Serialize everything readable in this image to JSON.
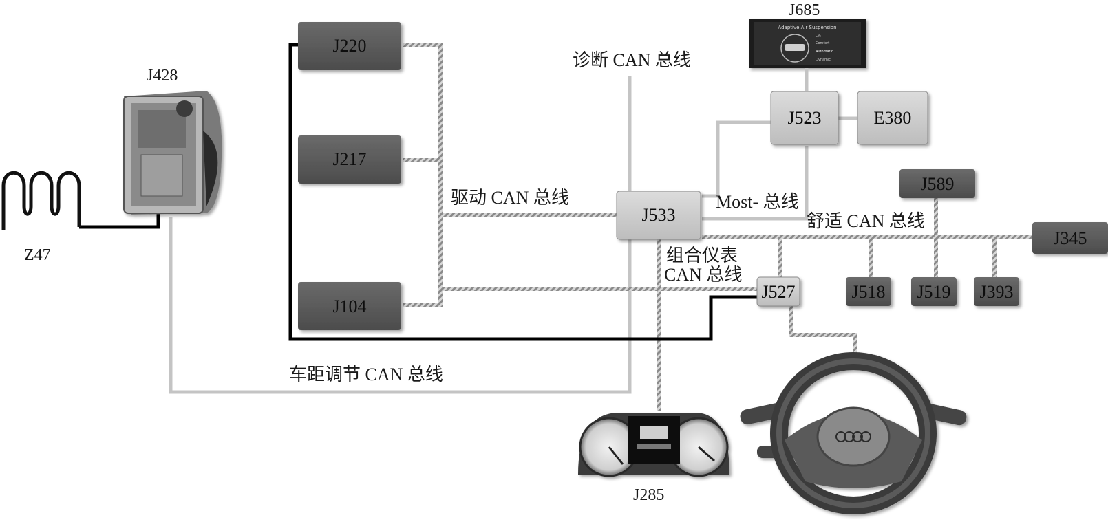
{
  "nodes": {
    "j220": "J220",
    "j217": "J217",
    "j104": "J104",
    "j428": "J428",
    "z47": "Z47",
    "j685": "J685",
    "j523": "J523",
    "e380": "E380",
    "j533": "J533",
    "j589": "J589",
    "j345": "J345",
    "j527": "J527",
    "j518": "J518",
    "j519": "J519",
    "j393": "J393",
    "j285": "J285"
  },
  "bus_labels": {
    "diagnostic_can": "诊断 CAN 总线",
    "drive_can": "驱动 CAN 总线",
    "most_bus": "Most- 总线",
    "comfort_can": "舒适 CAN 总线",
    "instrument_can_line1": "组合仪表",
    "instrument_can_line2": "CAN 总线",
    "distance_can": "车距调节 CAN 总线"
  },
  "screen_text": {
    "title": "Adaptive Air Suspension",
    "opt1": "Lift",
    "opt2": "Comfort",
    "opt3": "Automatic",
    "opt4": "Dynamic"
  },
  "colors": {
    "dark_module": "#595959",
    "light_module": "#c8c8c8",
    "light_line": "#c4c4c4",
    "hatched_line": "#9a9a9a",
    "black_line": "#000000"
  }
}
